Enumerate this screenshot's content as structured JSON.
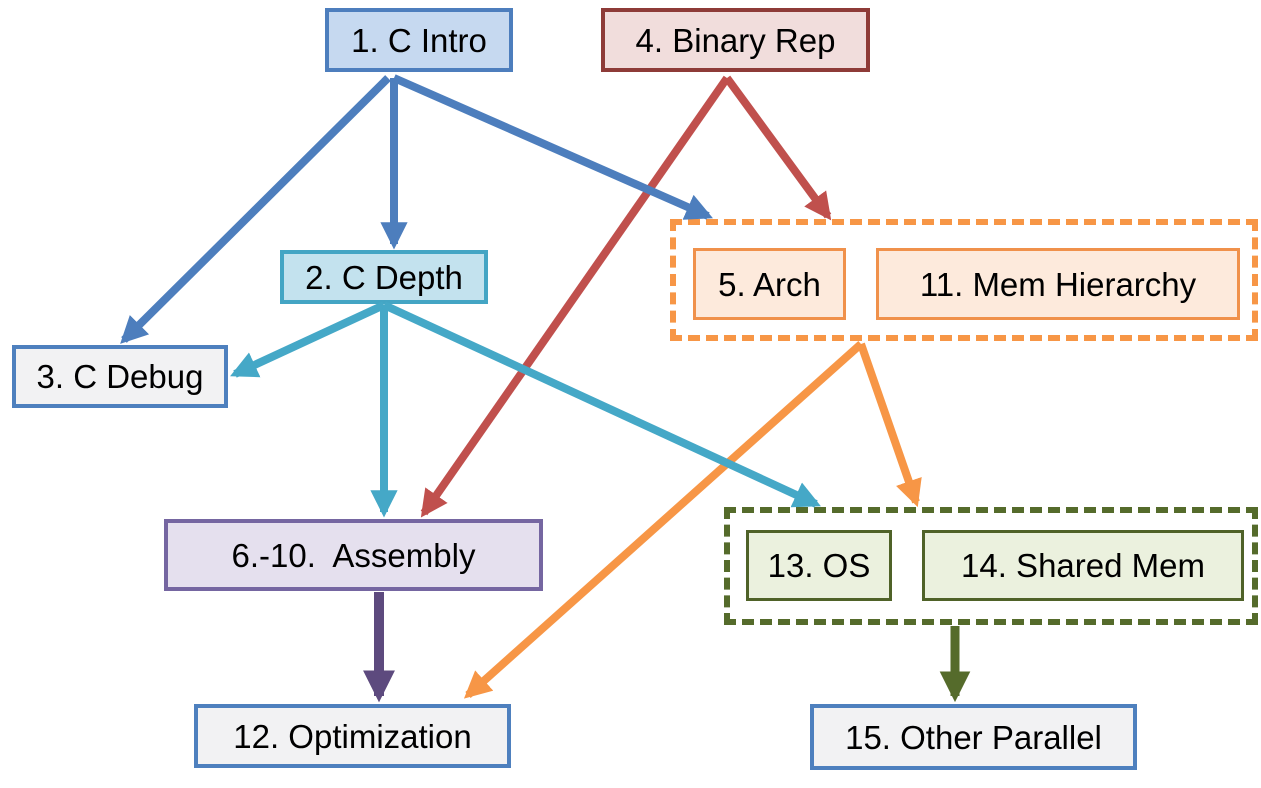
{
  "diagram": {
    "type": "dependency-flowchart",
    "background": "#ffffff",
    "nodes": {
      "c_intro": {
        "label": "1. C Intro",
        "fill": "#c6d9f0",
        "border": "#4d7ebd"
      },
      "binary_rep": {
        "label": "4. Binary Rep",
        "fill": "#f1dddc",
        "border": "#8e3b38"
      },
      "c_depth": {
        "label": "2. C Depth",
        "fill": "#c3e2ee",
        "border": "#44a5c4"
      },
      "c_debug": {
        "label": "3. C Debug",
        "fill": "#f2f2f3",
        "border": "#4e80be"
      },
      "arch": {
        "label": "5. Arch",
        "fill": "#fdeadc",
        "border": "#f0914b"
      },
      "mem_hierarchy": {
        "label": "11. Mem Hierarchy",
        "fill": "#fdeadc",
        "border": "#f0914b"
      },
      "assembly": {
        "label": "6.-10.  Assembly",
        "fill": "#e5e0ee",
        "border": "#7566a1"
      },
      "os": {
        "label": "13. OS",
        "fill": "#ebf1de",
        "border": "#4f6228"
      },
      "shared_mem": {
        "label": "14. Shared Mem",
        "fill": "#ebf1de",
        "border": "#4f6228"
      },
      "optimization": {
        "label": "12. Optimization",
        "fill": "#f2f2f3",
        "border": "#4e80be"
      },
      "other_parallel": {
        "label": "15. Other Parallel",
        "fill": "#f2f2f3",
        "border": "#4e80be"
      }
    },
    "groups": {
      "arch_group": {
        "border": "#f79646",
        "style": "dashed",
        "members": [
          "5. Arch",
          "11. Mem Hierarchy"
        ]
      },
      "parallel_group": {
        "border": "#556b2b",
        "style": "dashed",
        "members": [
          "13. OS",
          "14. Shared Mem"
        ]
      }
    },
    "edges": [
      {
        "from": "1. C Intro",
        "to": "3. C Debug",
        "color": "#4d7ebd"
      },
      {
        "from": "1. C Intro",
        "to": "2. C Depth",
        "color": "#4d7ebd"
      },
      {
        "from": "1. C Intro",
        "to": "Arch / Mem Hierarchy group",
        "color": "#4d7ebd"
      },
      {
        "from": "4. Binary Rep",
        "to": "Arch / Mem Hierarchy group",
        "color": "#c0504d"
      },
      {
        "from": "4. Binary Rep",
        "to": "6.-10. Assembly",
        "color": "#c0504d"
      },
      {
        "from": "2. C Depth",
        "to": "3. C Debug",
        "color": "#45a8c7"
      },
      {
        "from": "2. C Depth",
        "to": "6.-10. Assembly",
        "color": "#45a8c7"
      },
      {
        "from": "2. C Depth",
        "to": "OS / Shared Mem group",
        "color": "#45a8c7"
      },
      {
        "from": "Arch / Mem Hierarchy group",
        "to": "12. Optimization",
        "color": "#f79646"
      },
      {
        "from": "Arch / Mem Hierarchy group",
        "to": "OS / Shared Mem group",
        "color": "#f79646"
      },
      {
        "from": "6.-10. Assembly",
        "to": "12. Optimization",
        "color": "#5d4a7e"
      },
      {
        "from": "OS / Shared Mem group",
        "to": "15. Other Parallel",
        "color": "#556b2b"
      }
    ],
    "palette": {
      "blue": "#4d7ebd",
      "red": "#c0504d",
      "teal": "#45a8c7",
      "orange": "#f79646",
      "purple": "#5d4a7e",
      "olive": "#556b2b"
    }
  }
}
